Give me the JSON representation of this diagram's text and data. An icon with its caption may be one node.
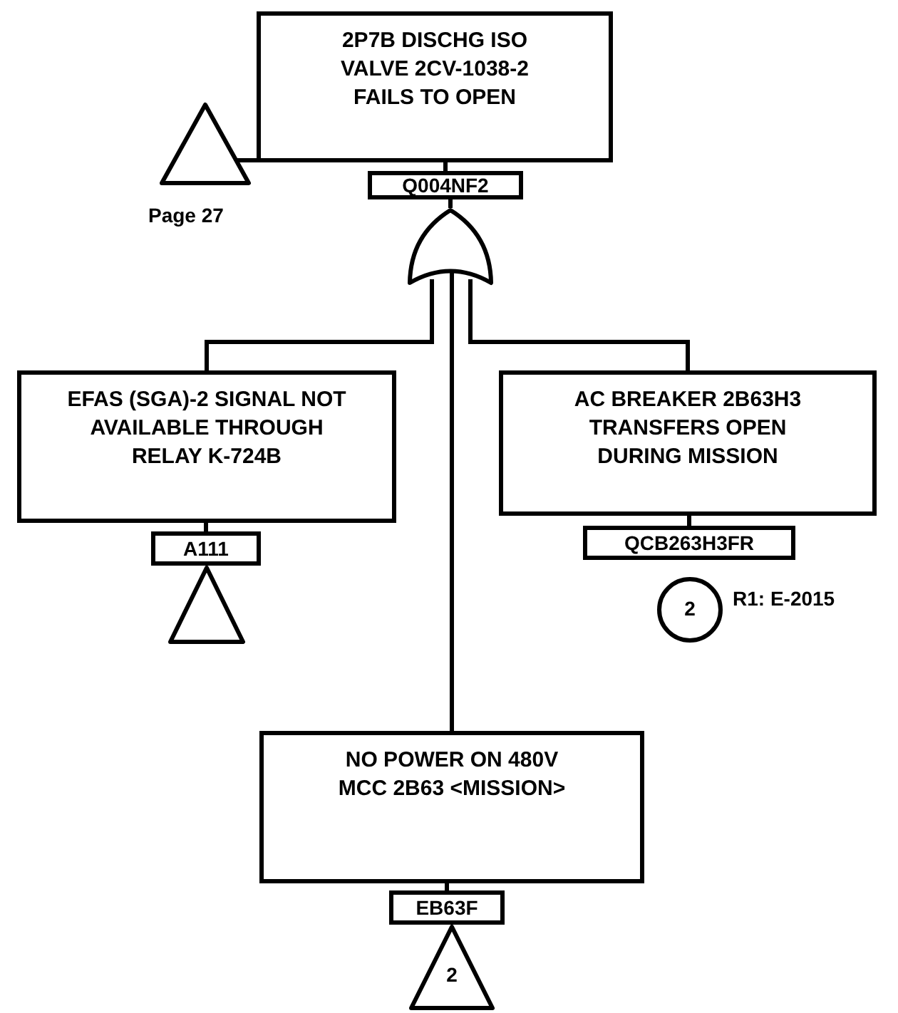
{
  "diagram": {
    "nodes": [
      {
        "text": [
          "2P7B DISCHG ISO VALVE 2CV-1038-2 FAILS TO OPEN"
        ]
      },
      {
        "text": [
          "Q004NF2"
        ]
      },
      {
        "text": [],
        "shape": "triangle",
        "beside": [
          "Page 27"
        ]
      },
      {
        "text": [],
        "shape": "gate"
      },
      {
        "text": [
          "EFAS (SGA)-2 SIGNAL NOT AVAILABLE THROUGH RELAY K-724B"
        ]
      },
      {
        "text": [
          "A111"
        ]
      },
      {
        "text": [],
        "shape": "triangle"
      },
      {
        "text": [
          "AC BREAKER 2B63H3 TRANSFERS OPEN DURING MISSION"
        ]
      },
      {
        "text": [
          "QCB263H3FR"
        ]
      },
      {
        "text": [
          "2"
        ],
        "beside": [
          "R1: E-2015"
        ]
      },
      {
        "text": [
          "NO POWER ON 480V MCC 2B63 <MISSION>"
        ]
      },
      {
        "text": [
          "EB63F"
        ]
      },
      {
        "text": [
          "2"
        ]
      }
    ],
    "edges": [
      {
        "from": 0,
        "to": 1,
        "arrow": "none"
      },
      {
        "from": 2,
        "to": 0,
        "arrow": "none"
      },
      {
        "from": 1,
        "to": 3,
        "arrow": "none"
      },
      {
        "from": 3,
        "to": 4,
        "arrow": "none"
      },
      {
        "from": 3,
        "to": 7,
        "arrow": "none"
      },
      {
        "from": 3,
        "to": 10,
        "arrow": "none"
      },
      {
        "from": 4,
        "to": 5,
        "arrow": "none"
      },
      {
        "from": 7,
        "to": 8,
        "arrow": "none"
      },
      {
        "from": 10,
        "to": 11,
        "arrow": "none"
      }
    ]
  }
}
